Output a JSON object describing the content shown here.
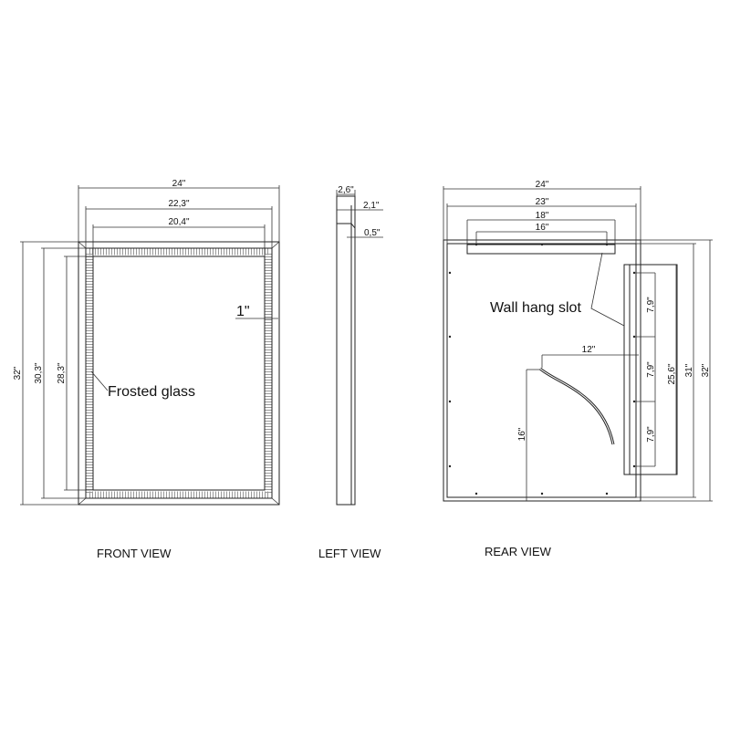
{
  "front_view": {
    "title": "FRONT VIEW",
    "width_overall": "24\"",
    "width_frosted": "22,3\"",
    "width_glass": "20,4\"",
    "height_overall": "32\"",
    "height_frosted": "30,3\"",
    "height_glass": "28,3\"",
    "border": "1\"",
    "frosted_label": "Frosted glass"
  },
  "left_view": {
    "title": "LEFT VIEW",
    "depth_overall": "2,6\"",
    "depth_body": "2,1\"",
    "depth_glass": "0,5\""
  },
  "rear_view": {
    "title": "REAR VIEW",
    "width_overall": "24\"",
    "width_back": "23\"",
    "slot_length": "18\"",
    "slot_holes": "16\"",
    "slot_label": "Wall hang slot",
    "cable_horizontal": "12\"",
    "cable_height": "16\"",
    "segment_1": "7,9\"",
    "segment_2": "7,9\"",
    "segment_3": "7,9\"",
    "panel_height": "25,6\"",
    "height_back": "31\"",
    "height_overall": "32\""
  }
}
